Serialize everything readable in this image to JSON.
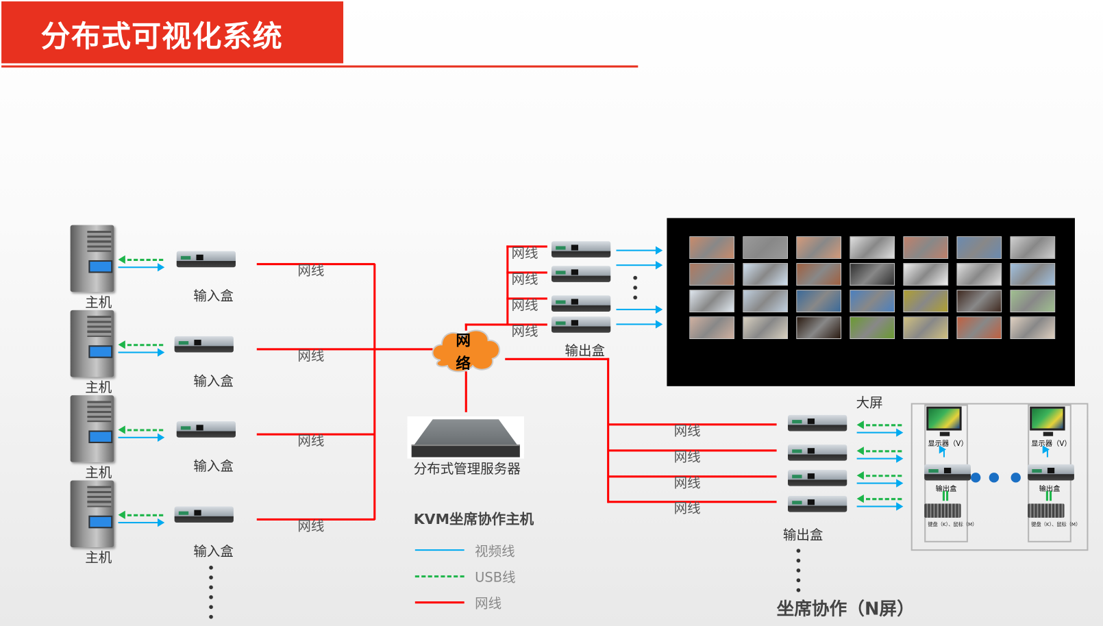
{
  "title": "分布式可视化系统",
  "hosts": [
    "主机",
    "主机",
    "主机",
    "主机"
  ],
  "input_box_label": "输入盒",
  "net_label": "网线",
  "cloud": [
    "网",
    "络"
  ],
  "server_label": "分布式管理服务器",
  "output_box_label": "输出盒",
  "screen_label": "大屏",
  "kvm_title": "KVM坐席协作主机",
  "legend": [
    {
      "label": "视频线",
      "color": "#00aaf0"
    },
    {
      "label": "USB线",
      "color": "#1db54a"
    },
    {
      "label": "网线",
      "color": "#ff0000"
    }
  ],
  "seat_title": "坐席协作（N屏）",
  "seat": {
    "monitor": "显示器（V）",
    "output": "输出盒",
    "keyboard": "键盘（K）、鼠标（M）"
  },
  "colors": {
    "brand": "#e8311f",
    "net": "#ff0000",
    "video": "#00aaf0",
    "usb": "#1db54a"
  }
}
